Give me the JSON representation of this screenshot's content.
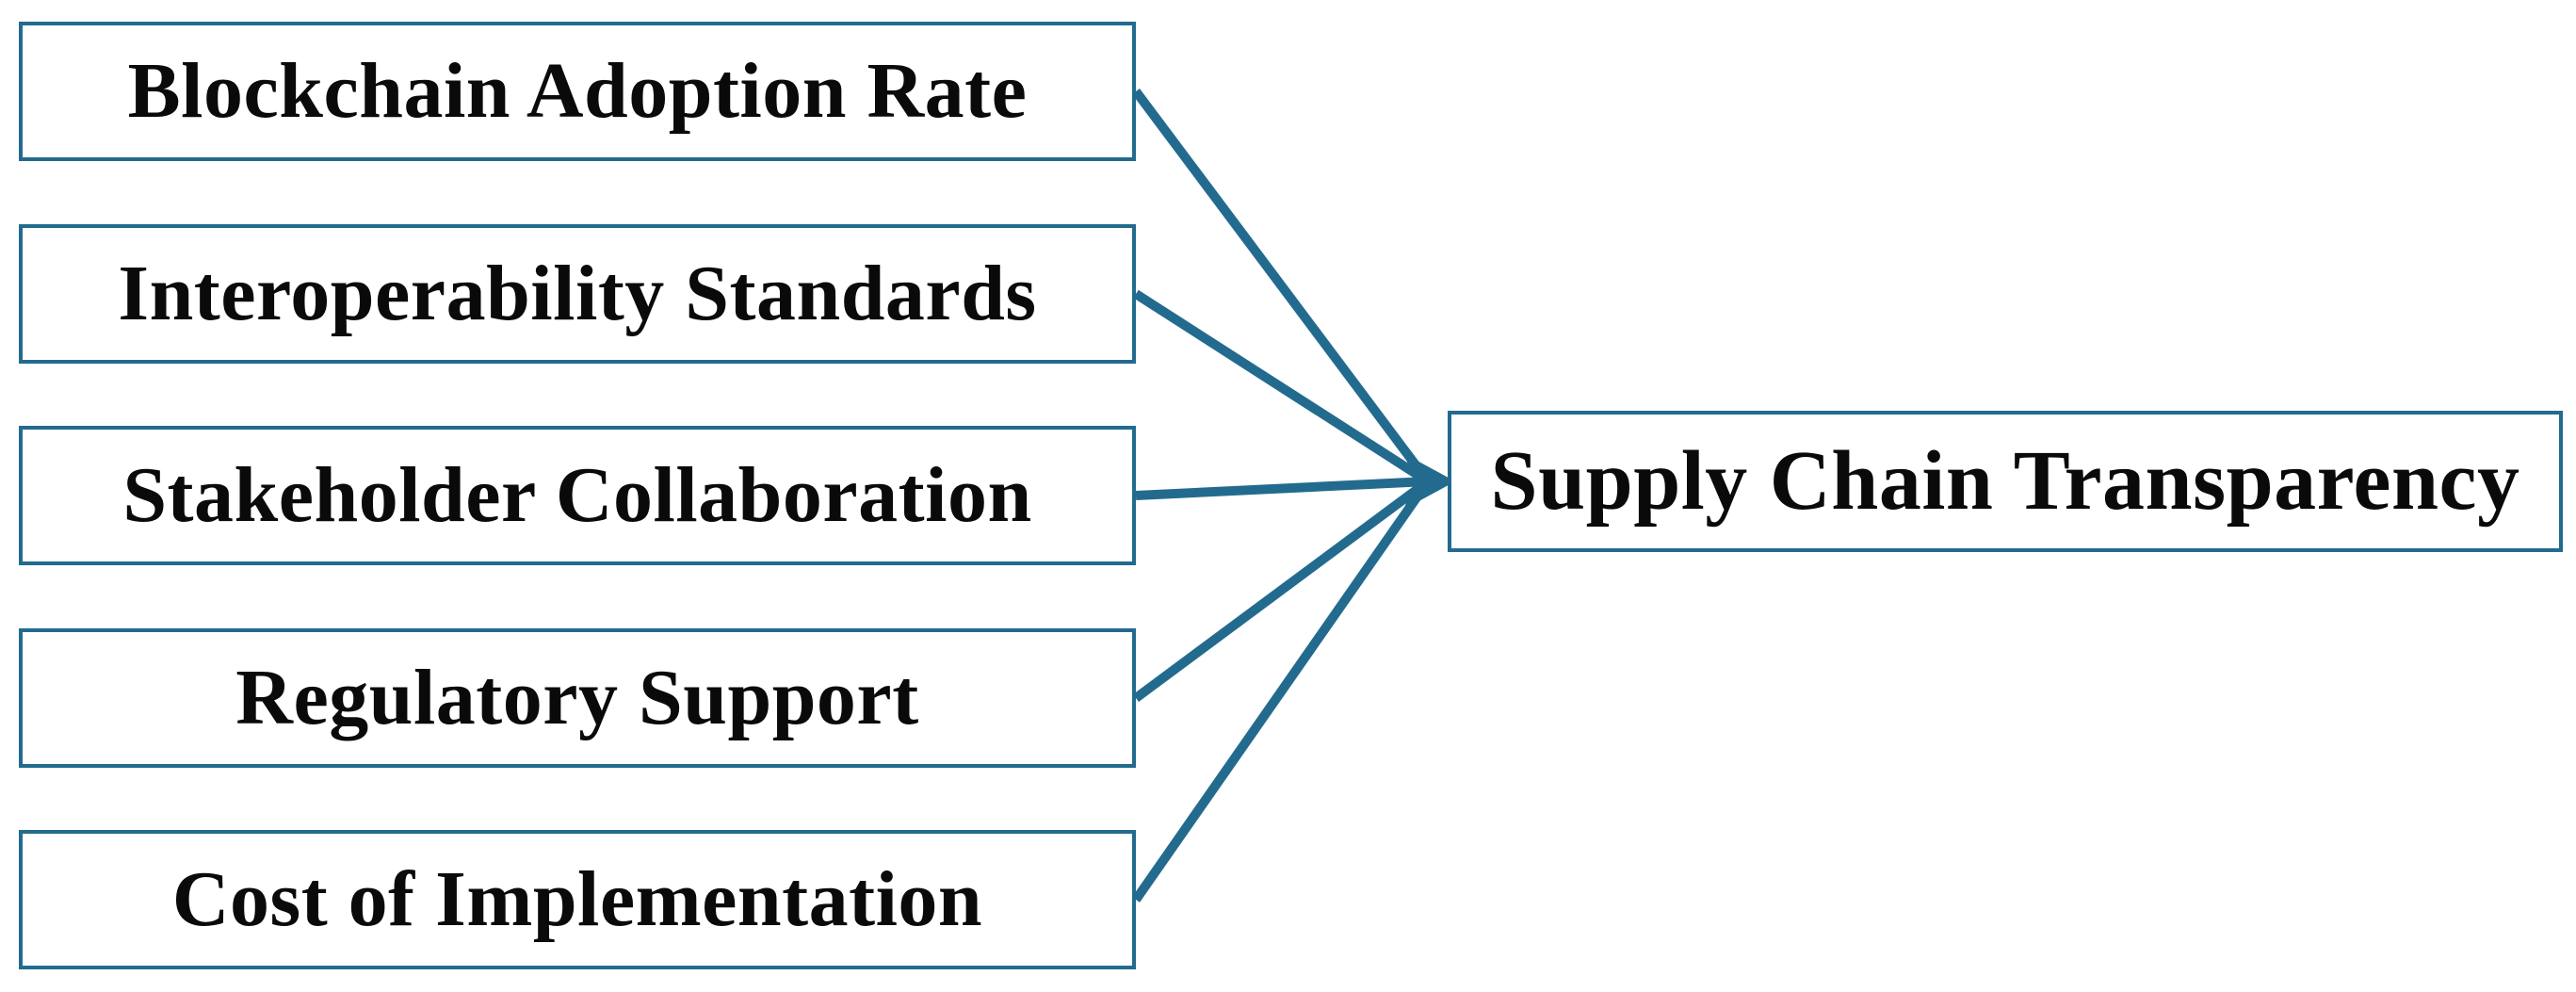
{
  "diagram": {
    "type": "factor-convergence-diagram",
    "accent_color": "#236B8E",
    "text_color": "#0a0a0a",
    "background_color": "#ffffff",
    "nodes": {
      "sources": [
        {
          "id": "blockchain-adoption-rate",
          "label": "Blockchain Adoption Rate"
        },
        {
          "id": "interoperability-standards",
          "label": "Interoperability Standards"
        },
        {
          "id": "stakeholder-collaboration",
          "label": "Stakeholder Collaboration"
        },
        {
          "id": "regulatory-support",
          "label": "Regulatory Support"
        },
        {
          "id": "cost-of-implementation",
          "label": "Cost of Implementation"
        }
      ],
      "target": {
        "id": "supply-chain-transparency",
        "label": "Supply Chain Transparency"
      }
    },
    "edges": [
      {
        "from": "blockchain-adoption-rate",
        "to": "supply-chain-transparency"
      },
      {
        "from": "interoperability-standards",
        "to": "supply-chain-transparency"
      },
      {
        "from": "stakeholder-collaboration",
        "to": "supply-chain-transparency"
      },
      {
        "from": "regulatory-support",
        "to": "supply-chain-transparency"
      },
      {
        "from": "cost-of-implementation",
        "to": "supply-chain-transparency"
      }
    ],
    "arrow_style": "filled-triangle-converging"
  }
}
